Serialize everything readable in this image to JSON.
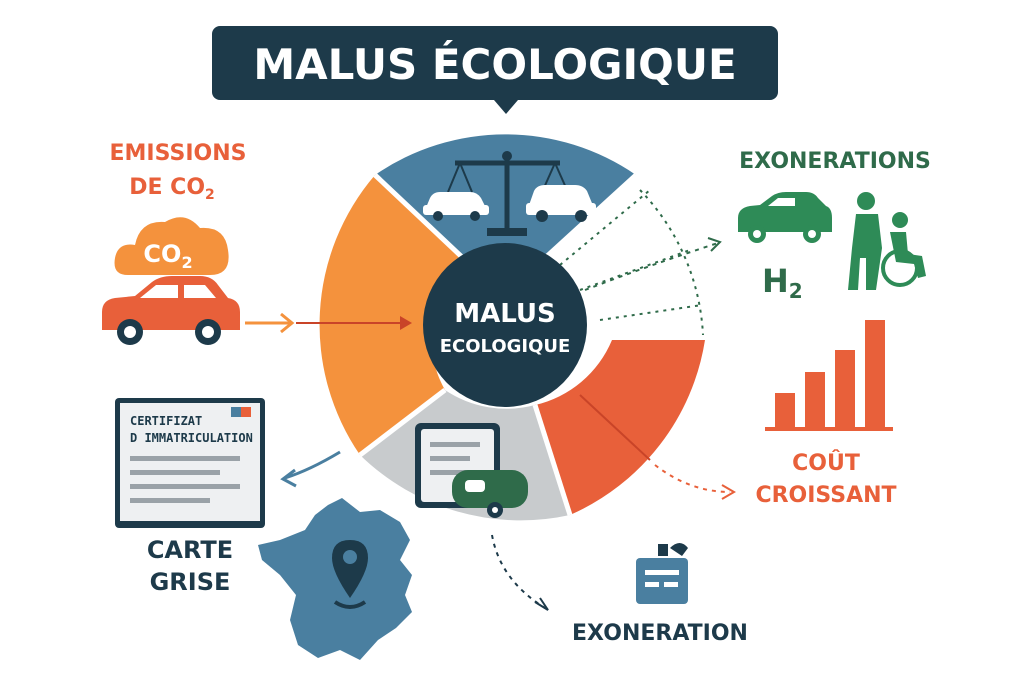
{
  "title": "MALUS ÉCOLOGIQUE",
  "center": {
    "line1": "MALUS",
    "line2": "ECOLOGIQUE"
  },
  "emissions": {
    "line1": "EMISSIONS",
    "line2": "DE CO",
    "sub": "2"
  },
  "cloud": {
    "text": "CO",
    "sub": "2"
  },
  "exonerations": {
    "label": "EXONERATIONS",
    "h2": "H",
    "h2_sub": "2"
  },
  "cout": {
    "line1": "COÛT",
    "line2": "CROISSANT"
  },
  "document": {
    "line1": "CERTIFIZAT",
    "line2": "D IMMATRICULATION"
  },
  "carte": {
    "line1": "CARTE",
    "line2": "GRISE"
  },
  "exoneration": {
    "label": "EXONERATION"
  },
  "colors": {
    "navy": "#1d3a4a",
    "blue": "#4a7fa0",
    "orange": "#f4923d",
    "red_orange": "#e8603a",
    "gray": "#c8cbcd",
    "green": "#2e8b57",
    "dark_green": "#2f6b4a"
  }
}
